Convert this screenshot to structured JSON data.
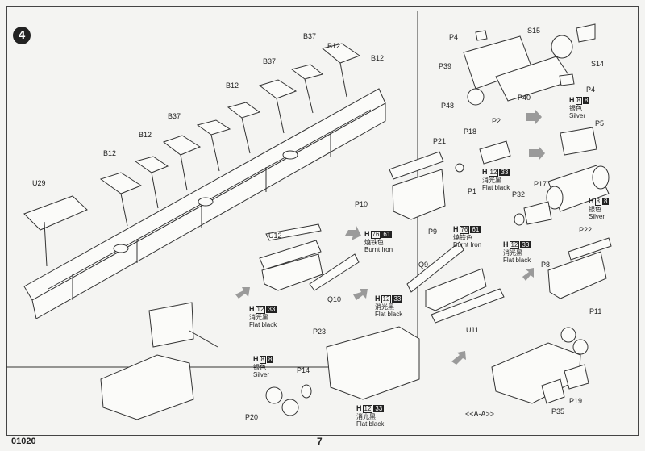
{
  "step_number": "4",
  "footer": {
    "product_code": "01020",
    "page_number": "7"
  },
  "section_view": "<<A-A>>",
  "labels": [
    {
      "id": "b12-a",
      "text": "B12"
    },
    {
      "id": "b37-a",
      "text": "B37"
    },
    {
      "id": "b12-b",
      "text": "B12"
    },
    {
      "id": "b37-b",
      "text": "B37"
    },
    {
      "id": "b12-c",
      "text": "B12"
    },
    {
      "id": "b37-c",
      "text": "B37"
    },
    {
      "id": "b12-d",
      "text": "B12"
    },
    {
      "id": "b12-e",
      "text": "B12"
    },
    {
      "id": "u29",
      "text": "U29"
    },
    {
      "id": "p4-a",
      "text": "P4"
    },
    {
      "id": "s15",
      "text": "S15"
    },
    {
      "id": "p39",
      "text": "P39"
    },
    {
      "id": "s14",
      "text": "S14"
    },
    {
      "id": "p4-b",
      "text": "P4"
    },
    {
      "id": "p40",
      "text": "P40"
    },
    {
      "id": "p48",
      "text": "P48"
    },
    {
      "id": "p2",
      "text": "P2"
    },
    {
      "id": "p18",
      "text": "P18"
    },
    {
      "id": "p5",
      "text": "P5"
    },
    {
      "id": "p21",
      "text": "P21"
    },
    {
      "id": "p1",
      "text": "P1"
    },
    {
      "id": "p17",
      "text": "P17"
    },
    {
      "id": "p32",
      "text": "P32"
    },
    {
      "id": "p10",
      "text": "P10"
    },
    {
      "id": "p9",
      "text": "P9"
    },
    {
      "id": "p22",
      "text": "P22"
    },
    {
      "id": "u12",
      "text": "U12"
    },
    {
      "id": "q9",
      "text": "Q9"
    },
    {
      "id": "p8",
      "text": "P8"
    },
    {
      "id": "q10",
      "text": "Q10"
    },
    {
      "id": "p11",
      "text": "P11"
    },
    {
      "id": "u11",
      "text": "U11"
    },
    {
      "id": "p23",
      "text": "P23"
    },
    {
      "id": "p14",
      "text": "P14"
    },
    {
      "id": "p20",
      "text": "P20"
    },
    {
      "id": "p19",
      "text": "P19"
    },
    {
      "id": "p35",
      "text": "P35"
    }
  ],
  "paints": {
    "silver_top": {
      "code": "H",
      "num": "8",
      "alt": "8",
      "cn": "银色",
      "en": "Silver"
    },
    "flatblack_p18": {
      "code": "H",
      "num": "12",
      "alt": "33",
      "cn": "消光黑",
      "en": "Flat black"
    },
    "silver_mid": {
      "code": "H",
      "num": "8",
      "alt": "8",
      "cn": "银色",
      "en": "Silver"
    },
    "burnt_left": {
      "code": "H",
      "num": "76",
      "alt": "61",
      "cn": "燒铁色",
      "en": "Burnt Iron"
    },
    "burnt_mid": {
      "code": "H",
      "num": "76",
      "alt": "61",
      "cn": "燒铁色",
      "en": "Burnt Iron"
    },
    "flatblack_p17": {
      "code": "H",
      "num": "12",
      "alt": "33",
      "cn": "消光黑",
      "en": "Flat black"
    },
    "flatblack_left": {
      "code": "H",
      "num": "12",
      "alt": "33",
      "cn": "消光黑",
      "en": "Flat black"
    },
    "flatblack_mid": {
      "code": "H",
      "num": "12",
      "alt": "33",
      "cn": "消光黑",
      "en": "Flat black"
    },
    "silver_bottom": {
      "code": "H",
      "num": "8",
      "alt": "8",
      "cn": "银色",
      "en": "Silver"
    },
    "flatblack_bottom": {
      "code": "H",
      "num": "12",
      "alt": "33",
      "cn": "消光黑",
      "en": "Flat black"
    }
  }
}
